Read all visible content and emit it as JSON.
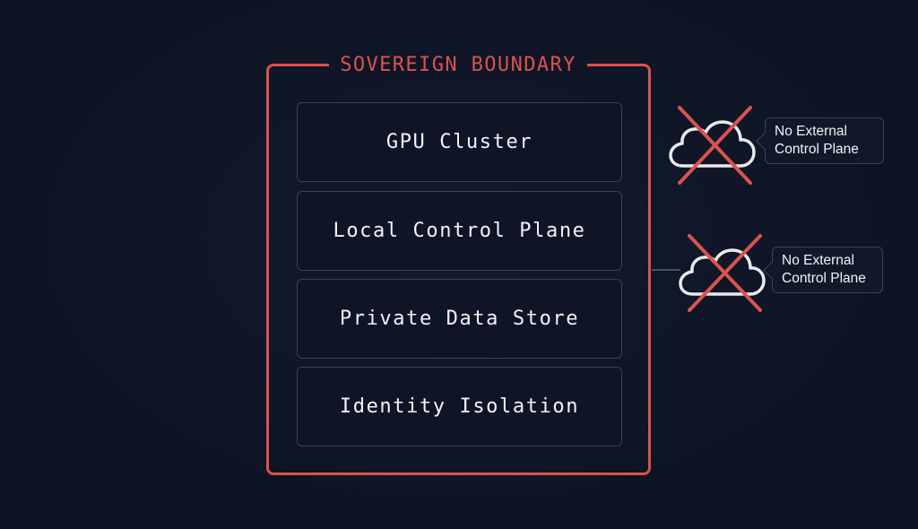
{
  "diagram": {
    "boundary": {
      "title": "SOVEREIGN BOUNDARY",
      "color": "#d9534f"
    },
    "components": [
      {
        "label": "GPU Cluster"
      },
      {
        "label": "Local Control Plane"
      },
      {
        "label": "Private Data Store"
      },
      {
        "label": "Identity Isolation"
      }
    ],
    "external": [
      {
        "icon": "cloud-crossed-icon",
        "line1": "No External",
        "line2": "Control Plane"
      },
      {
        "icon": "cloud-crossed-icon",
        "line1": "No External",
        "line2": "Control Plane"
      }
    ],
    "colors": {
      "background": "#0e1424",
      "cross": "#d9534f",
      "cloud_stroke": "#e8eaee",
      "box_border": "#3a4254",
      "text": "#f1f3f6"
    }
  }
}
